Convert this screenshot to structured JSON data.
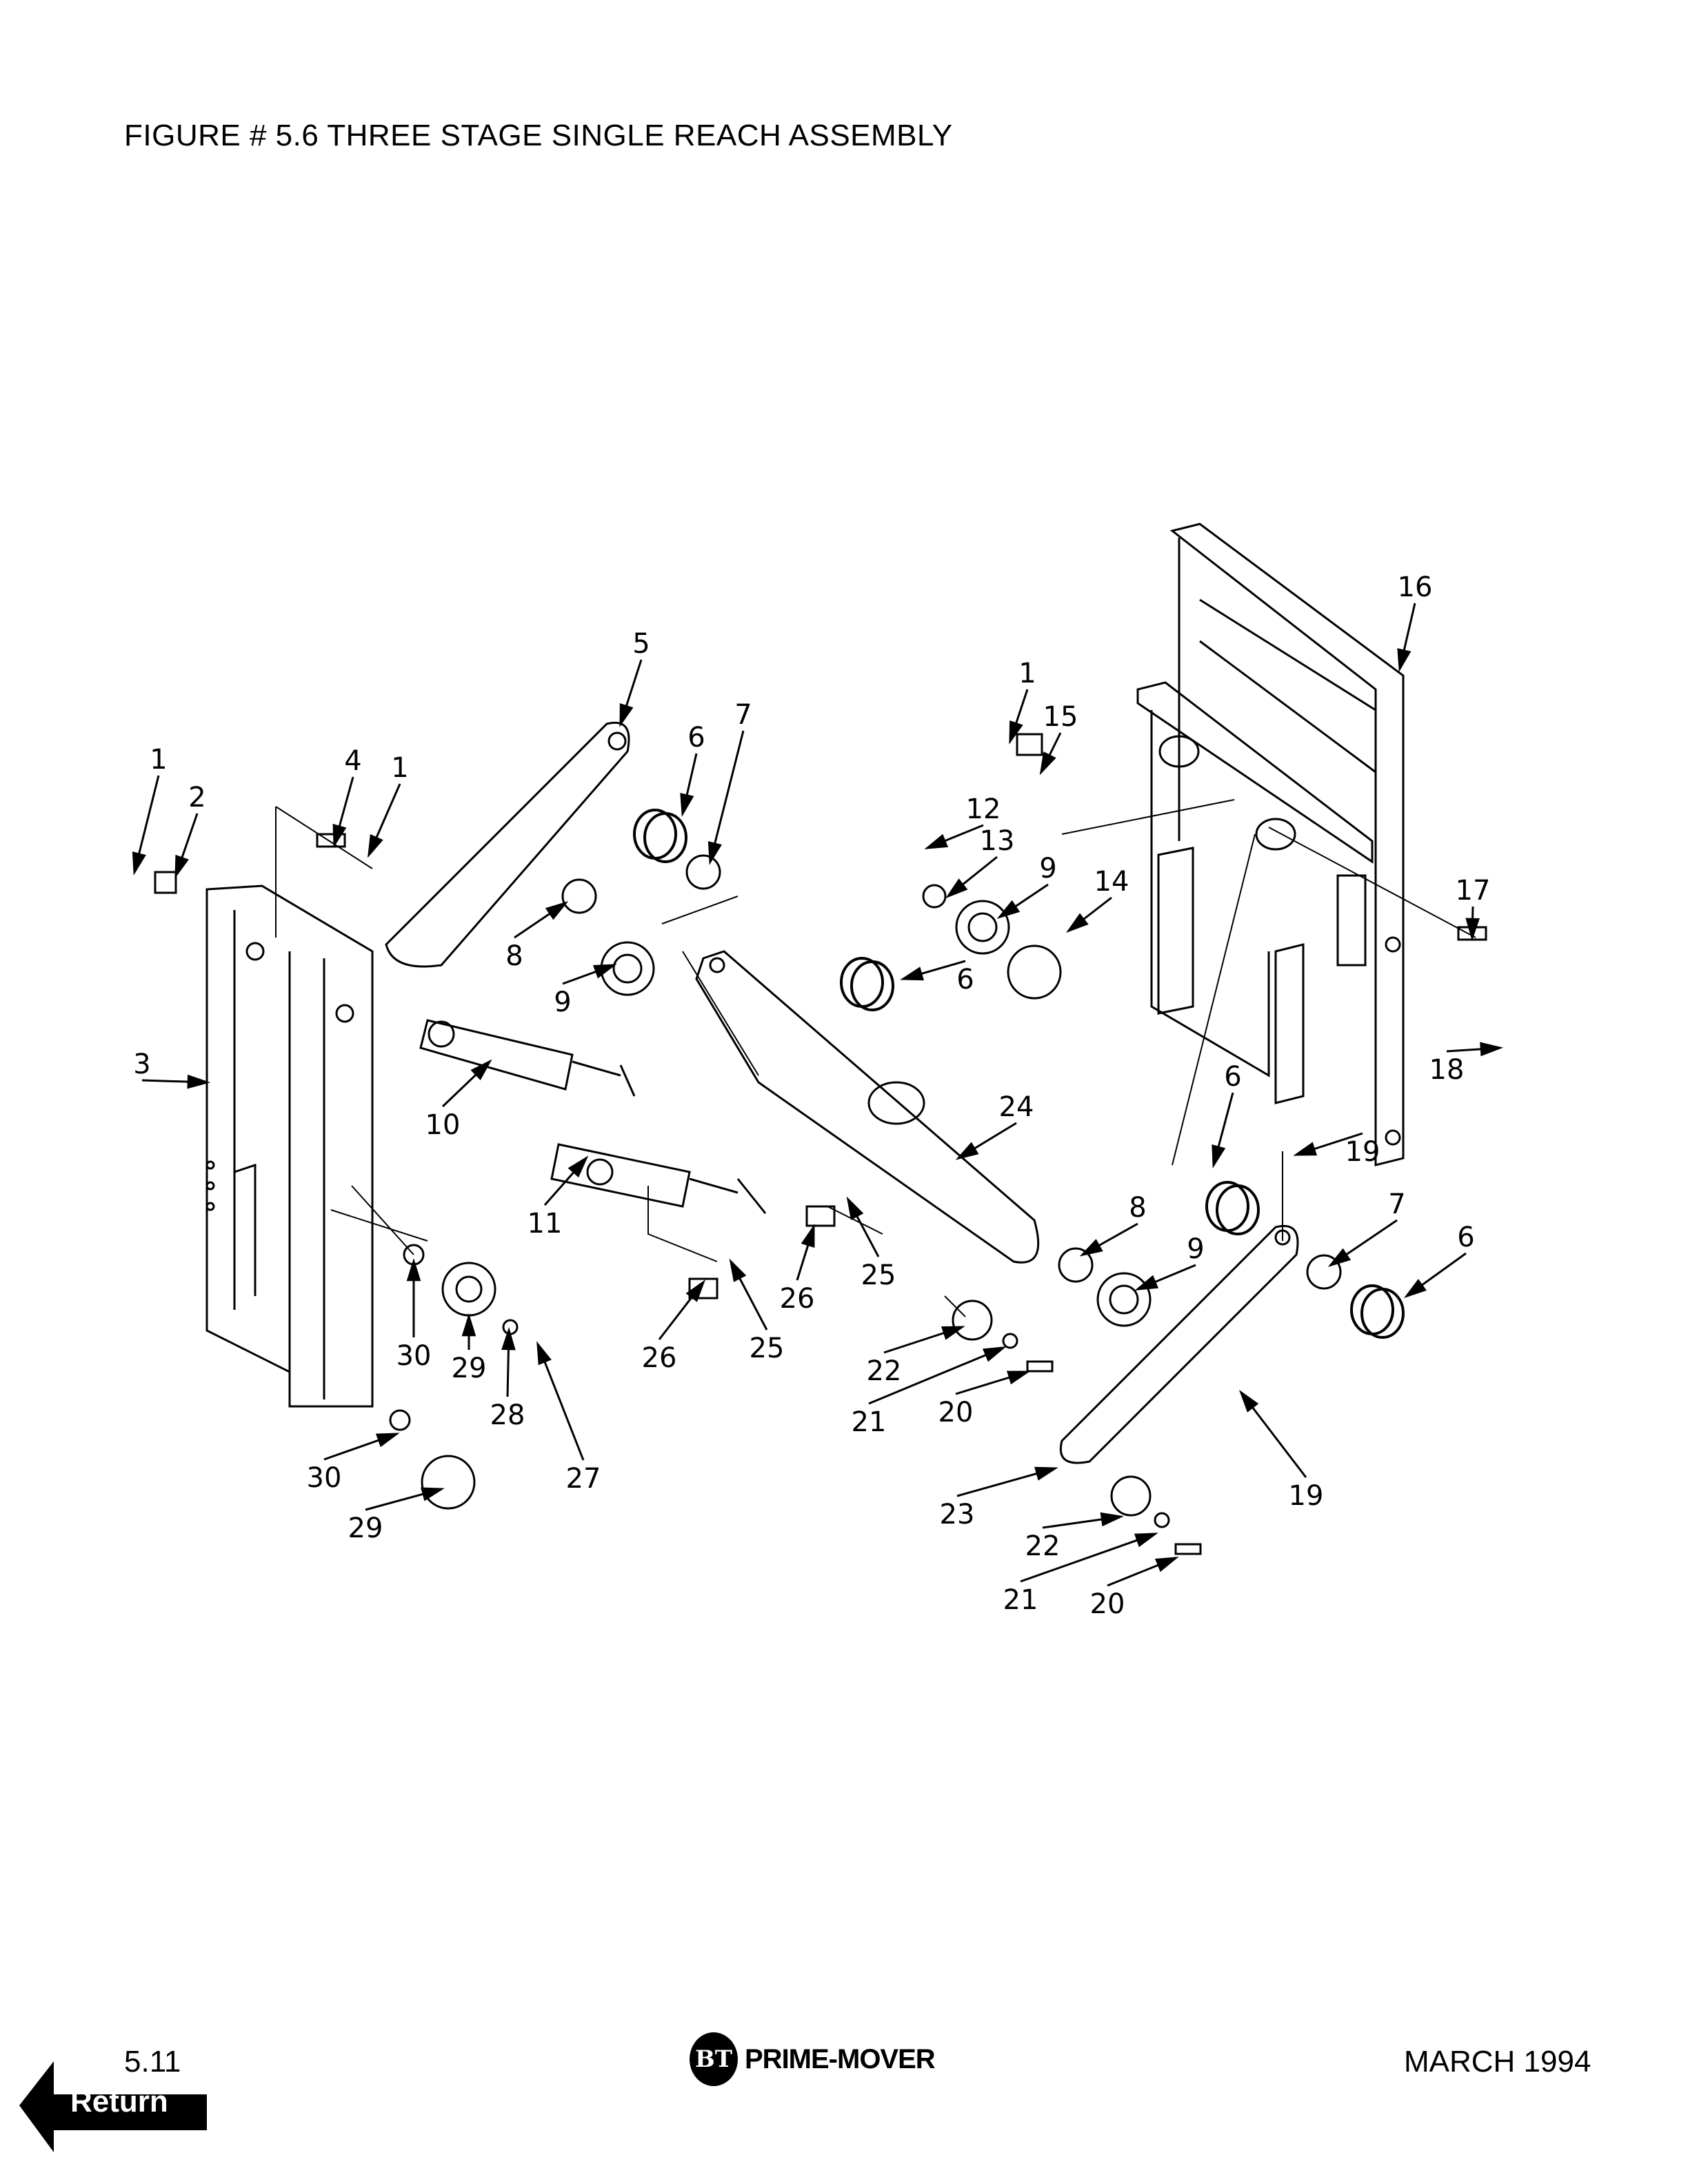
{
  "title": "FIGURE # 5.6  THREE STAGE SINGLE REACH ASSEMBLY",
  "callouts": [
    "1",
    "2",
    "4",
    "1",
    "5",
    "6",
    "7",
    "3",
    "8",
    "9",
    "10",
    "11",
    "1",
    "15",
    "12",
    "13",
    "9",
    "14",
    "16",
    "17",
    "18",
    "6",
    "24",
    "6",
    "19",
    "8",
    "7",
    "6",
    "9",
    "25",
    "26",
    "25",
    "26",
    "30",
    "29",
    "28",
    "27",
    "22",
    "21",
    "20",
    "23",
    "19",
    "22",
    "21",
    "20",
    "30",
    "29"
  ],
  "footer": {
    "page_number": "5.11",
    "brand_badge": "BT",
    "brand_name": "PRIME-MOVER",
    "date": "MARCH 1994",
    "return_label": "Return"
  }
}
